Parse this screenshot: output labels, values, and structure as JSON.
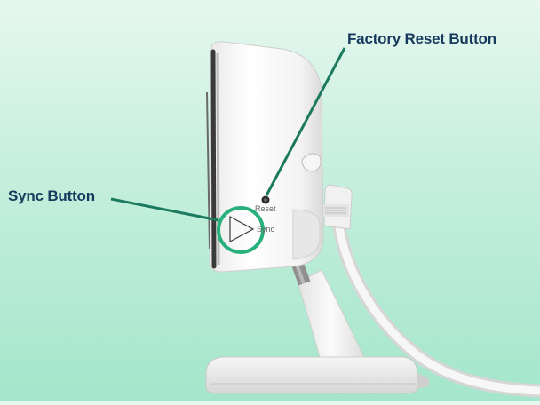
{
  "callouts": {
    "factory_reset": {
      "label": "Factory Reset Button"
    },
    "sync": {
      "label": "Sync Button"
    }
  },
  "device_labels": {
    "reset": "Reset",
    "sync": "Sync"
  },
  "colors": {
    "callout_line": "#1b7a5e",
    "callout_ring": "#27b07c",
    "label_text": "#173a5c",
    "background_top": "#e6f7ef",
    "background_bottom": "#a4e6cb"
  },
  "icons": {
    "sync_button": "play-triangle-icon",
    "reset_button": "pinhole-icon"
  }
}
